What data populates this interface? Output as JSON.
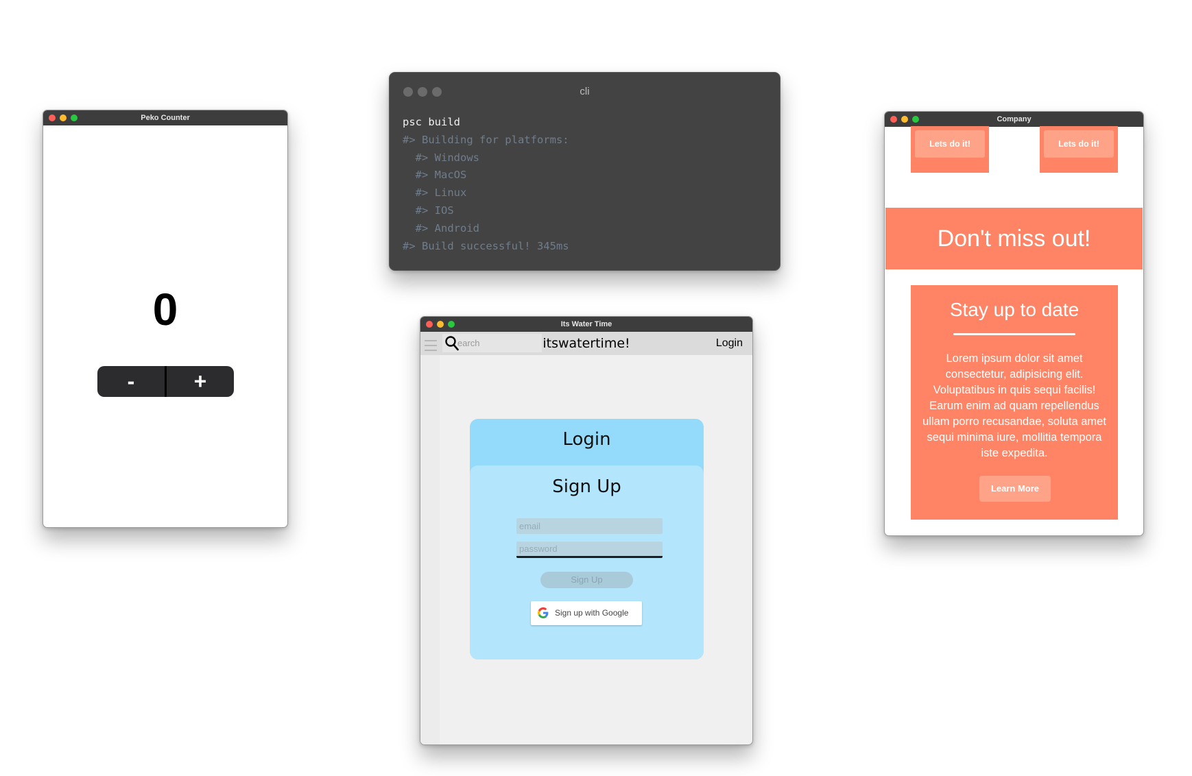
{
  "counter": {
    "title": "Peko Counter",
    "value": "0",
    "minus": "-",
    "plus": "+"
  },
  "cli": {
    "title": "cli",
    "lines": [
      {
        "text": "psc build",
        "cmd": true
      },
      {
        "text": "#> Building for platforms:"
      },
      {
        "text": "  #> Windows"
      },
      {
        "text": "  #> MacOS"
      },
      {
        "text": "  #> Linux"
      },
      {
        "text": "  #> IOS"
      },
      {
        "text": "  #> Android"
      },
      {
        "text": "#> Build successful! 345ms"
      }
    ]
  },
  "company": {
    "title": "Company",
    "cta_1": "Lets do it!",
    "cta_2": "Lets do it!",
    "banner": "Don't miss out!",
    "card_title": "Stay up to date",
    "card_body": "Lorem ipsum dolor sit amet consectetur, adipisicing elit. Voluptatibus in quis sequi facilis! Earum enim ad quam repellendus ullam porro recusandae, soluta amet sequi minima iure, mollitia tempora iste expedita.",
    "learn_more": "Learn More"
  },
  "water": {
    "title": "Its Water Time",
    "search_placeholder": "earch",
    "brand": "itswatertime!",
    "login_link": "Login",
    "login_heading": "Login",
    "signup_heading": "Sign Up",
    "email_placeholder": "email",
    "password_placeholder": "password",
    "signup_button": "Sign Up",
    "google_button": "Sign up with Google"
  },
  "colors": {
    "coral": "#fe8465",
    "coral_light": "#fea388",
    "sky": "#94dbfb",
    "sky_light": "#b3e5fc",
    "terminal": "#434343"
  }
}
